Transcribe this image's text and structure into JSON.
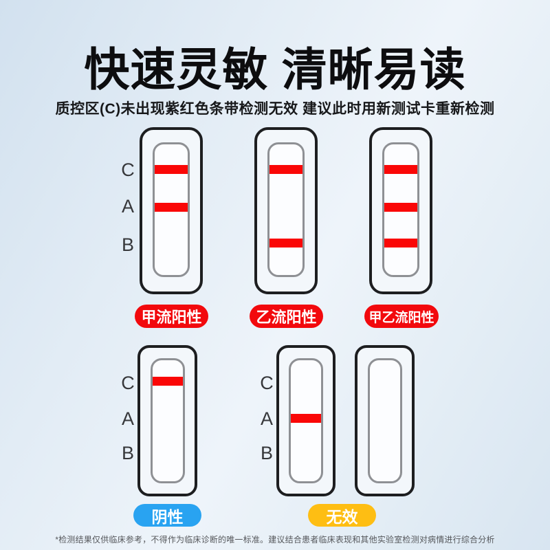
{
  "header": {
    "title": "快速灵敏 清晰易读",
    "subtitle": "质控区(C)未出现紫红色条带检测无效 建议此时用新测试卡重新检测"
  },
  "line_labels": [
    "C",
    "A",
    "B"
  ],
  "colors": {
    "band_red": "#fa0707",
    "positive_red": "#f2090d",
    "negative_blue": "#29a3f1",
    "invalid_yellow": "#febe13"
  },
  "cassettes": [
    {
      "name": "cassette-flu-a-positive",
      "lines": [
        "C",
        "A"
      ]
    },
    {
      "name": "cassette-flu-b-positive",
      "lines": [
        "C",
        "B"
      ]
    },
    {
      "name": "cassette-flu-ab-positive",
      "lines": [
        "C",
        "A",
        "B"
      ]
    },
    {
      "name": "cassette-negative",
      "lines": [
        "C"
      ]
    },
    {
      "name": "cassette-invalid-a-only",
      "lines": [
        "A"
      ]
    },
    {
      "name": "cassette-invalid-blank",
      "lines": []
    }
  ],
  "result_labels": [
    {
      "name": "result-label-flu-a-positive",
      "text": "甲流阳性",
      "color": "#f2090d"
    },
    {
      "name": "result-label-flu-b-positive",
      "text": "乙流阳性",
      "color": "#f2090d"
    },
    {
      "name": "result-label-flu-ab-positive",
      "text": "甲乙流阳性",
      "color": "#f2090d"
    },
    {
      "name": "result-label-negative",
      "text": "阴性",
      "color": "#29a3f1"
    },
    {
      "name": "result-label-invalid",
      "text": "无效",
      "color": "#febe13"
    }
  ],
  "footnote": "*检测结果仅供临床参考，不得作为临床诊断的唯一标准。建议结合患者临床表现和其他实验室检测对病情进行综合分析"
}
